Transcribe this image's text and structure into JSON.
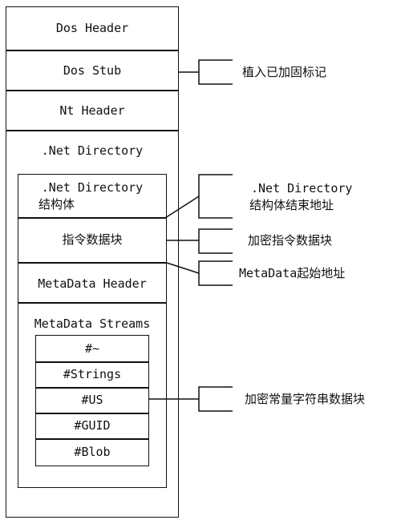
{
  "pe_layout": {
    "dos_header": "Dos Header",
    "dos_stub": "Dos Stub",
    "nt_header": "Nt Header",
    "net_directory": ".Net Directory",
    "net_directory_struct_line1": ".Net Directory",
    "net_directory_struct_line2": "结构体",
    "instruction_block": "指令数据块",
    "metadata_header": "MetaData Header",
    "metadata_streams": "MetaData Streams",
    "streams": [
      "#~",
      "#Strings",
      "#US",
      "#GUID",
      "#Blob"
    ]
  },
  "annotations": {
    "embed_mark": "植入已加固标记",
    "struct_end_line1": ".Net Directory",
    "struct_end_line2": "结构体结束地址",
    "encrypt_instructions": "加密指令数据块",
    "metadata_start": "MetaData起始地址",
    "encrypt_strings": "加密常量字符串数据块"
  }
}
